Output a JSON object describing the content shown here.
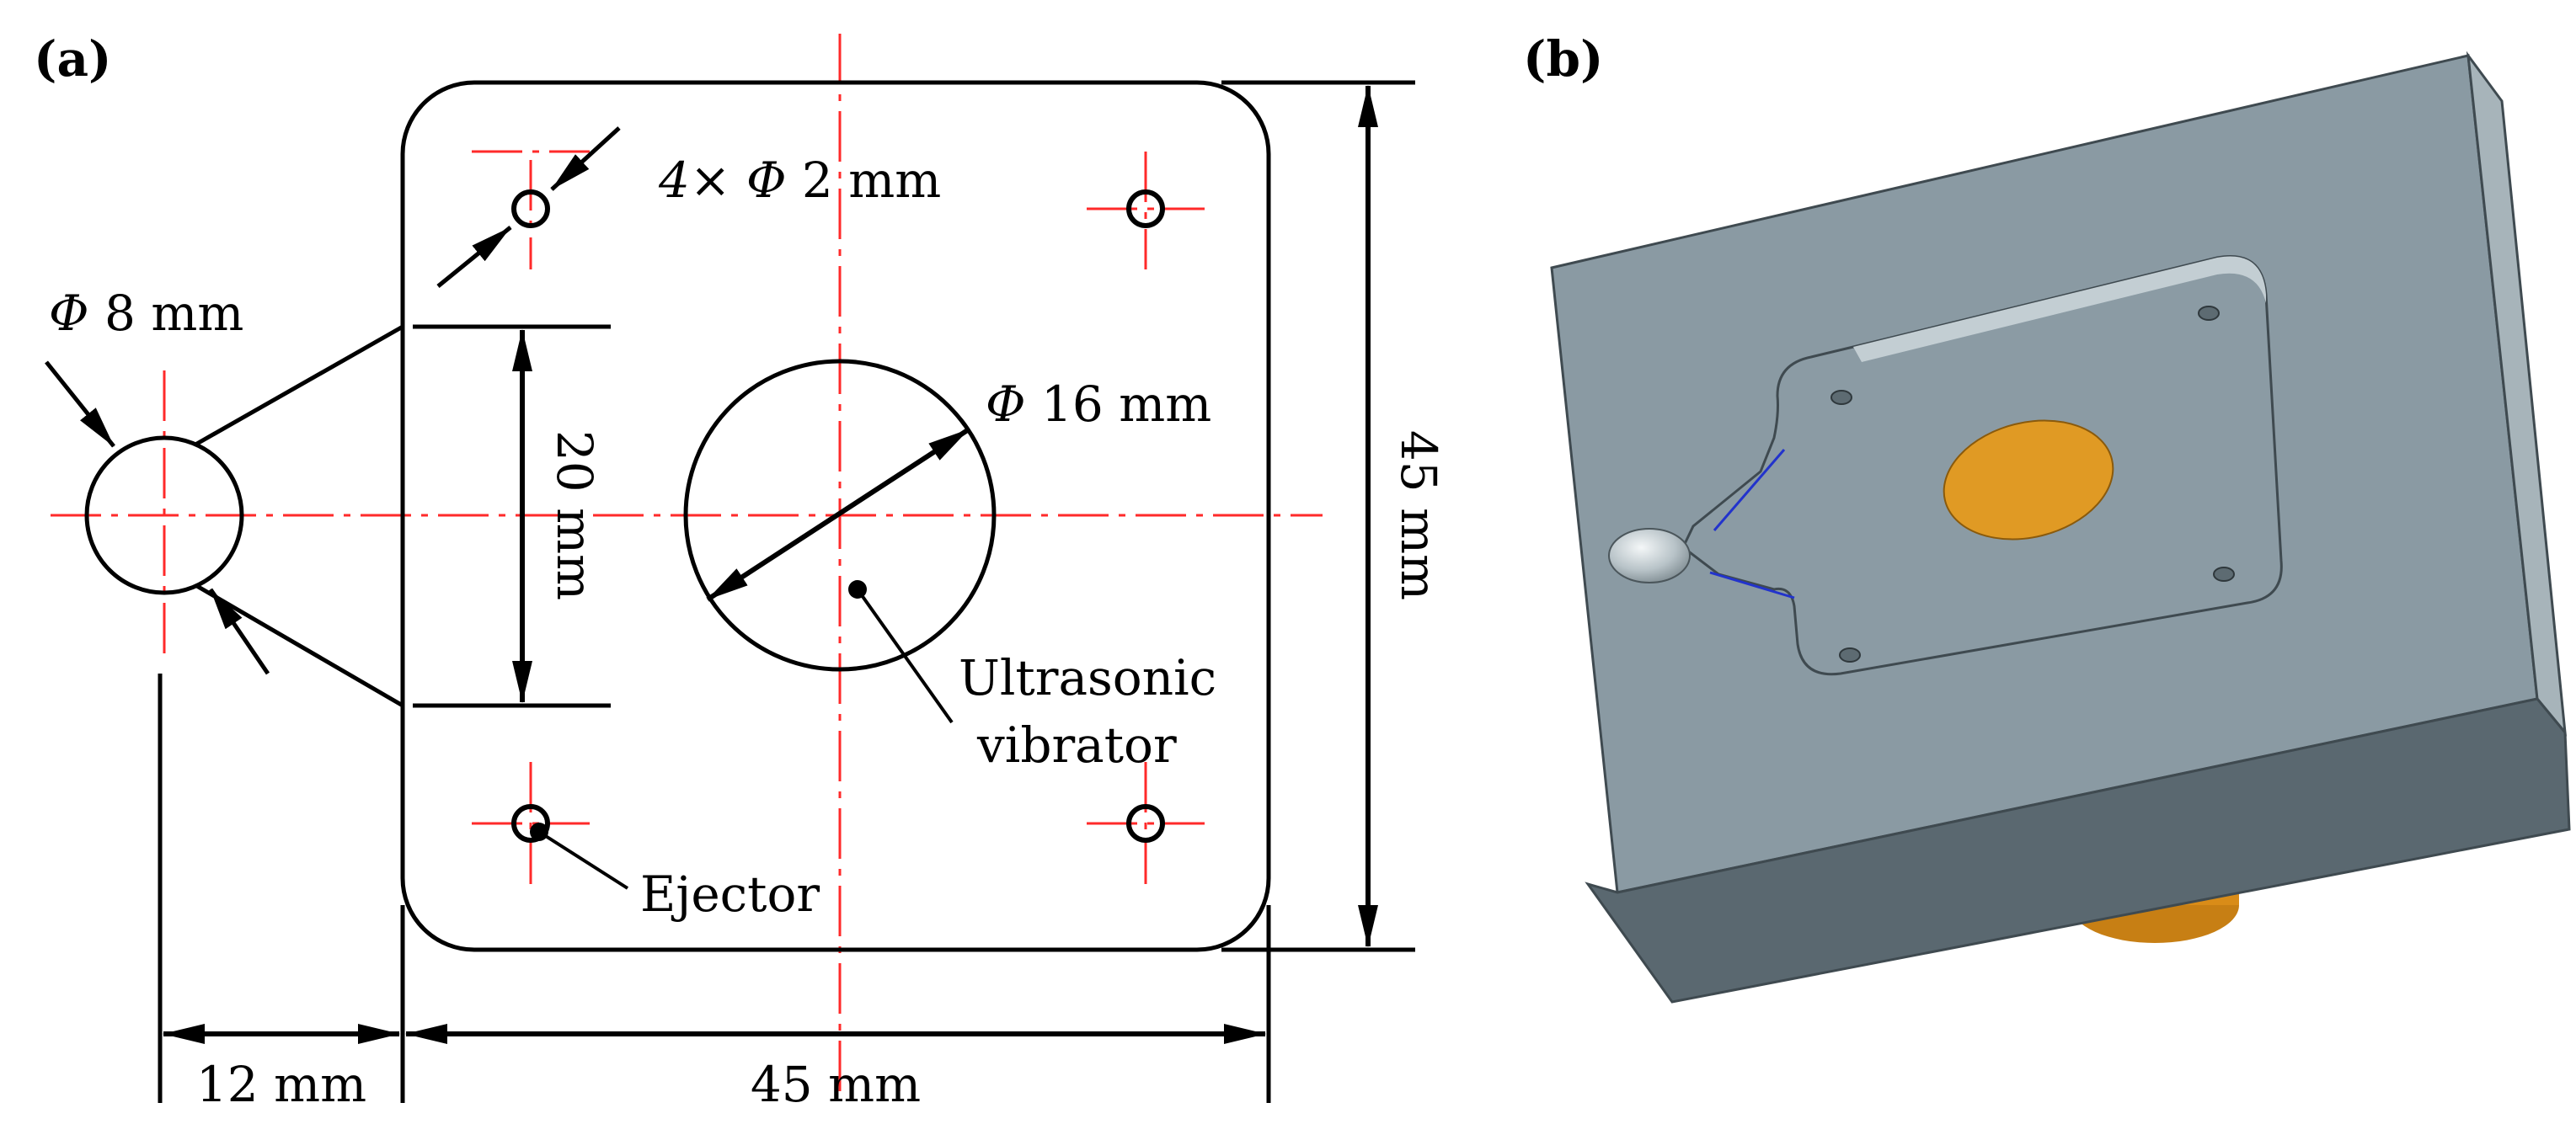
{
  "panels": {
    "a": "(a)",
    "b": "(b)"
  },
  "labels": {
    "phi8_sym": "Φ",
    "phi8_val": " 8 mm",
    "holes_prefix": "4× ",
    "holes_sym": "Φ",
    "holes_val": " 2 mm",
    "phi16_sym": "Φ",
    "phi16_val": " 16 mm",
    "dim_20": "20 mm",
    "dim_45_vertical": "45 mm",
    "dim_12": "12 mm",
    "dim_45_horizontal": "45 mm",
    "ultrasonic_line1": "Ultrasonic",
    "ultrasonic_line2": "vibrator",
    "ejector": "Ejector"
  },
  "colors": {
    "line": "#000000",
    "centerline": "#ff2a2a",
    "mold_top": "#8a9aa3",
    "mold_front": "#5a6870",
    "mold_side": "#9fadb5",
    "vibrator": "#e09a24",
    "runner_edge": "#2233cc"
  }
}
